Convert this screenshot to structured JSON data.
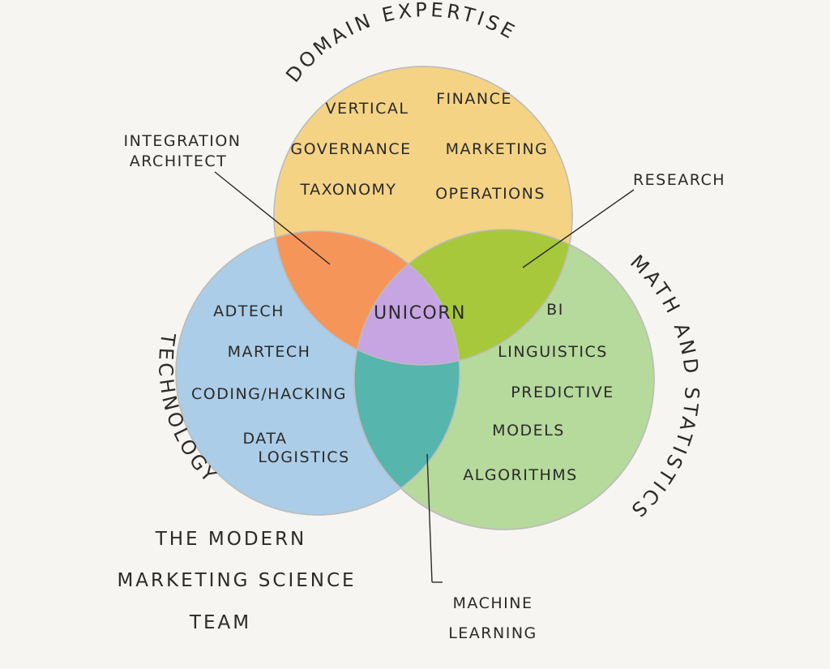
{
  "circles": {
    "domain": {
      "label": "DOMAIN EXPERTISE",
      "items": [
        "VERTICAL",
        "FINANCE",
        "GOVERNANCE",
        "MARKETING",
        "TAXONOMY",
        "OPERATIONS"
      ],
      "color": "#f5d07a"
    },
    "technology": {
      "label": "TECHNOLOGY",
      "items": [
        "ADTECH",
        "MARTECH",
        "CODING/HACKING",
        "DATA",
        "LOGISTICS"
      ],
      "color": "#9fc7e6"
    },
    "math": {
      "label": "MATH AND STATISTICS",
      "items": [
        "BI",
        "LINGUISTICS",
        "PREDICTIVE",
        "MODELS",
        "ALGORITHMS"
      ],
      "color": "#acd58e"
    }
  },
  "intersections": {
    "integration": {
      "label_line1": "INTEGRATION",
      "label_line2": "ARCHITECT",
      "color": "#f5955a"
    },
    "research": {
      "label": "RESEARCH",
      "color": "#a8c83c"
    },
    "machine_learning": {
      "label_line1": "MACHINE",
      "label_line2": "LEARNING",
      "color": "#56b5ad"
    },
    "center": {
      "label": "UNICORN",
      "color": "#c6a5e2"
    }
  },
  "title": {
    "line1": "THE MODERN",
    "line2": "MARKETING SCIENCE",
    "line3": "TEAM"
  }
}
